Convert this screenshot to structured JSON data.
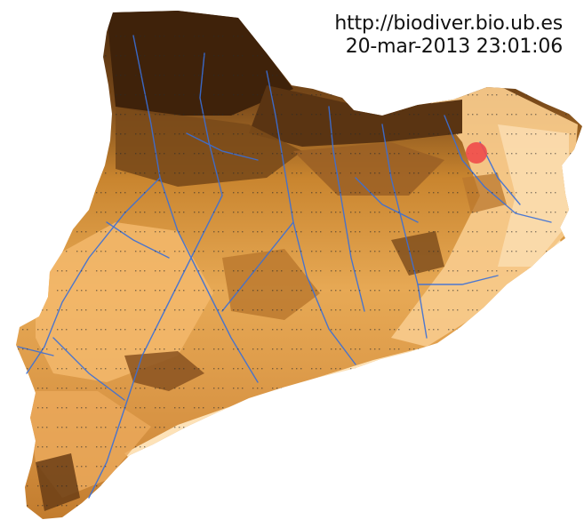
{
  "map": {
    "source_url": "http://biodiver.bio.ub.es",
    "timestamp": "20-mar-2013 23:01:06",
    "colors": {
      "lowland": "#fbd9a5",
      "plain": "#f0b568",
      "hills": "#d98f3a",
      "mountains": "#8a5220",
      "high_mountains": "#4a2a0d",
      "rivers": "#3a6fd8",
      "grid_dots": "#2a2a2a",
      "marker": "#f04a4a"
    },
    "marker": {
      "label": "",
      "icon": "red-dot-marker"
    }
  }
}
